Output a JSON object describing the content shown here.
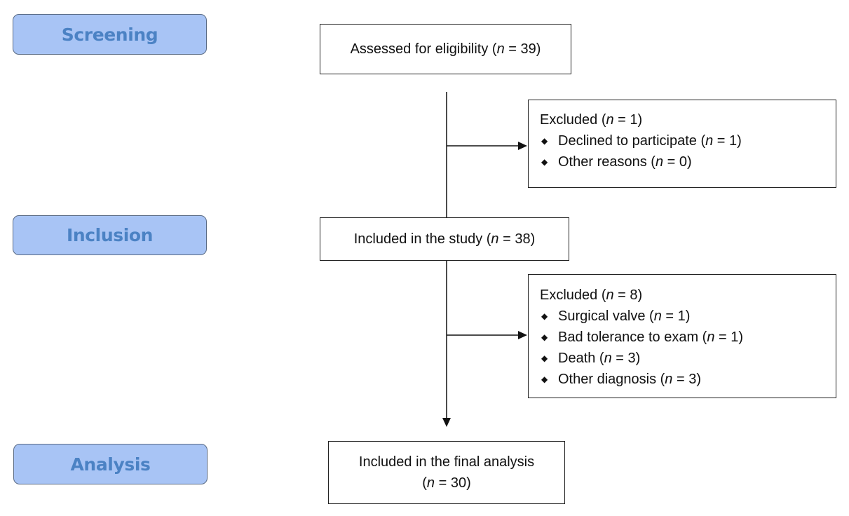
{
  "stages": {
    "screening": "Screening",
    "inclusion": "Inclusion",
    "analysis": "Analysis"
  },
  "boxes": {
    "assessed": {
      "prefix": "Assessed for eligibility (",
      "n": "n",
      "suffix": " = 39)"
    },
    "excluded_first": {
      "heading": {
        "prefix": "Excluded (",
        "n": "n",
        "suffix": " = 1)"
      },
      "items": [
        {
          "prefix": "Declined to participate (",
          "n": "n",
          "suffix": " = 1)"
        },
        {
          "prefix": "Other reasons (",
          "n": "n",
          "suffix": " = 0)"
        }
      ]
    },
    "included_study": {
      "prefix": "Included in the study (",
      "n": "n",
      "suffix": " = 38)"
    },
    "excluded_second": {
      "heading": {
        "prefix": "Excluded (",
        "n": "n",
        "suffix": " = 8)"
      },
      "items": [
        {
          "prefix": "Surgical valve (",
          "n": "n",
          "suffix": " = 1)"
        },
        {
          "prefix": "Bad tolerance to exam (",
          "n": "n",
          "suffix": " = 1)"
        },
        {
          "prefix": "Death (",
          "n": "n",
          "suffix": " = 3)"
        },
        {
          "prefix": "Other diagnosis (",
          "n": "n",
          "suffix": " = 3)"
        }
      ]
    },
    "final_analysis": {
      "line1": "Included in the final analysis",
      "line2": {
        "prefix": "(",
        "n": "n",
        "suffix": " = 30)"
      }
    }
  },
  "bullet_glyph": "◆",
  "colors": {
    "stage_fill": "#a8c4f5",
    "stage_text": "#4b82c4",
    "stage_border": "#5a6b84",
    "box_border": "#222222"
  }
}
